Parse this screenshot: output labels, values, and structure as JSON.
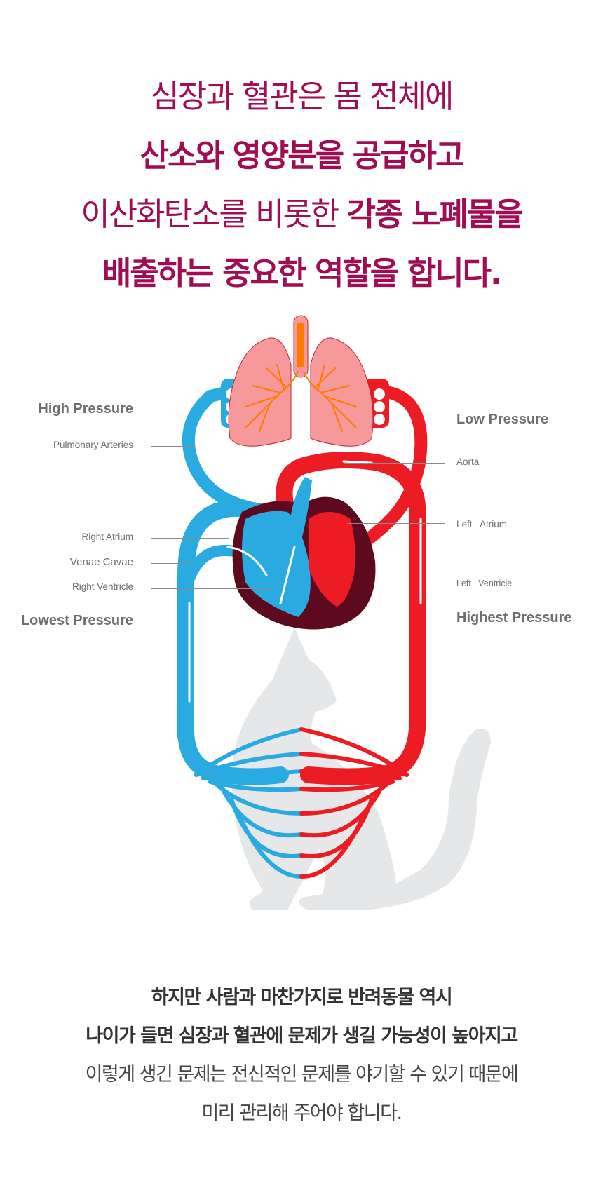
{
  "headline": {
    "lines": [
      [
        {
          "text": "심장과 혈관은 몸 전체에",
          "weight": "regular"
        }
      ],
      [
        {
          "text": "산소와 영양분을 공급하고",
          "weight": "bold"
        }
      ],
      [
        {
          "text": "이산화탄소를 비롯한 ",
          "weight": "regular"
        },
        {
          "text": "각종 노폐물을",
          "weight": "bold"
        }
      ],
      [
        {
          "text": "배출하는 중요한 역할을 합니다.",
          "weight": "bold"
        }
      ]
    ],
    "color": "#a10d52"
  },
  "diagram": {
    "labels": {
      "high_pressure": "High Pressure",
      "pulmonary_arteries": "Pulmonary Arteries",
      "right_atrium": "Right  Atrium",
      "venae_cavae": "Venae  Cavae",
      "right_ventricle": "Right  Ventricle",
      "lowest_pressure": "Lowest Pressure",
      "low_pressure": "Low Pressure",
      "aorta": "Aorta",
      "left_atrium": "Left   Atrium",
      "left_ventricle": "Left   Ventricle",
      "highest_pressure": "Highest Pressure"
    },
    "colors": {
      "deoxygenated": "#29abe2",
      "oxygenated": "#ed1c24",
      "heart_wall": "#5e0a1e",
      "lung": "#f7989a",
      "bronchi": "#ff7a00",
      "cat_silhouette": "#e6e7e8",
      "label_text": "#6d6e71"
    }
  },
  "bottom_text": {
    "lines": [
      {
        "text": "하지만 사람과 마찬가지로 반려동물 역시",
        "weight": "bold"
      },
      {
        "text": "나이가 들면 심장과 혈관에 문제가 생길 가능성이 높아지고",
        "weight": "bold"
      },
      {
        "text": "이렇게 생긴 문제는 전신적인 문제를 야기할 수 있기 때문에",
        "weight": "regular"
      },
      {
        "text": "미리 관리해 주어야 합니다.",
        "weight": "regular"
      }
    ]
  }
}
